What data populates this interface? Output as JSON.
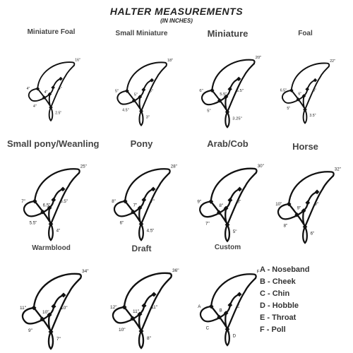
{
  "header": {
    "title": "HALTER MEASUREMENTS",
    "subtitle": "(IN INCHES)"
  },
  "halters": [
    {
      "name": "Miniature Foal",
      "measurements": [
        "16\"",
        "4\"",
        "4\"",
        "4\"",
        "4\"",
        "2.5\""
      ]
    },
    {
      "name": "Small Miniature",
      "measurements": [
        "18\"",
        "5\"",
        "5\"",
        "5\"",
        "4.5\"",
        "3\""
      ]
    },
    {
      "name": "Miniature",
      "measurements": [
        "20\"",
        "6\"",
        "5.5\"",
        "5.5\"",
        "5\"",
        "3.25\""
      ]
    },
    {
      "name": "Foal",
      "measurements": [
        "22\"",
        "6.5\"",
        "6\"",
        "6\"",
        "5\"",
        "3.5\""
      ]
    },
    {
      "name": "Small pony/Weanling",
      "measurements": [
        "25\"",
        "7\"",
        "6.5\"",
        "6.5\"",
        "5.5\"",
        "4\""
      ]
    },
    {
      "name": "Pony",
      "measurements": [
        "28\"",
        "8\"",
        "7\"",
        "7\"",
        "6\"",
        "4.5\""
      ]
    },
    {
      "name": "Arab/Cob",
      "measurements": [
        "30\"",
        "9\"",
        "8\"",
        "8\"",
        "7\"",
        "5\""
      ]
    },
    {
      "name": "Horse",
      "measurements": [
        "32\"",
        "10\"",
        "9\"",
        "9\"",
        "8\"",
        "6\""
      ]
    },
    {
      "name": "Warmblood",
      "measurements": [
        "34\"",
        "11\"",
        "10\"",
        "10\"",
        "9\"",
        "7\""
      ]
    },
    {
      "name": "Draft",
      "measurements": [
        "36\"",
        "12\"",
        "11\"",
        "11\"",
        "10\"",
        "8\""
      ]
    },
    {
      "name": "Custom",
      "measurements": [
        "F",
        "A",
        "B",
        "E",
        "C",
        "D"
      ]
    }
  ],
  "legend": [
    "A - Noseband",
    "B - Cheek",
    "C - Chin",
    "D - Hobble",
    "E - Throat",
    "F - Poll"
  ],
  "colors": {
    "rope": "#111111",
    "text": "#222222",
    "label": "#444444"
  },
  "icons": {
    "halter": "rope-halter-icon",
    "knot": "knot-icon"
  }
}
